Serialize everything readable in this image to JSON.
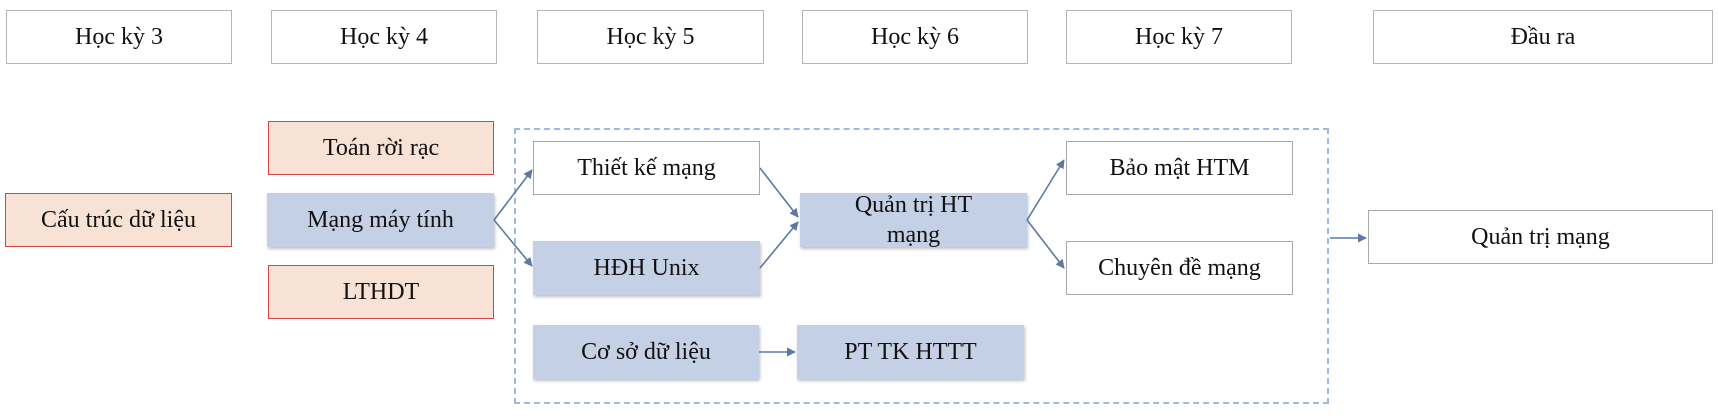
{
  "semesters": {
    "s3": "Học kỳ 3",
    "s4": "Học kỳ 4",
    "s5": "Học kỳ 5",
    "s6": "Học kỳ 6",
    "s7": "Học kỳ 7",
    "out": "Đầu ra"
  },
  "courses": {
    "cau_truc_du_lieu": "Cấu trúc dữ liệu",
    "toan_roi_rac": "Toán rời rạc",
    "mang_may_tinh": "Mạng máy tính",
    "lthdt": "LTHDT",
    "thiet_ke_mang": "Thiết kế mạng",
    "hdh_unix": "HĐH Unix",
    "co_so_du_lieu": "Cơ sở dữ liệu",
    "quan_tri_ht_mang": "Quản trị HT mạng",
    "pt_tk_httt": "PT TK HTTT",
    "bao_mat_htm": "Bảo mật HTM",
    "chuyen_de_mang": "Chuyên đề mạng"
  },
  "output": {
    "quan_tri_mang": "Quản trị mạng"
  },
  "colors": {
    "header_border": "#b5b5b5",
    "highlight_fill": "#c3d0e6",
    "prerequisite_fill": "#f8e1d5",
    "prerequisite_border": "#d64541",
    "group_border": "#9cbbdf",
    "arrow": "#5a7aa3"
  }
}
